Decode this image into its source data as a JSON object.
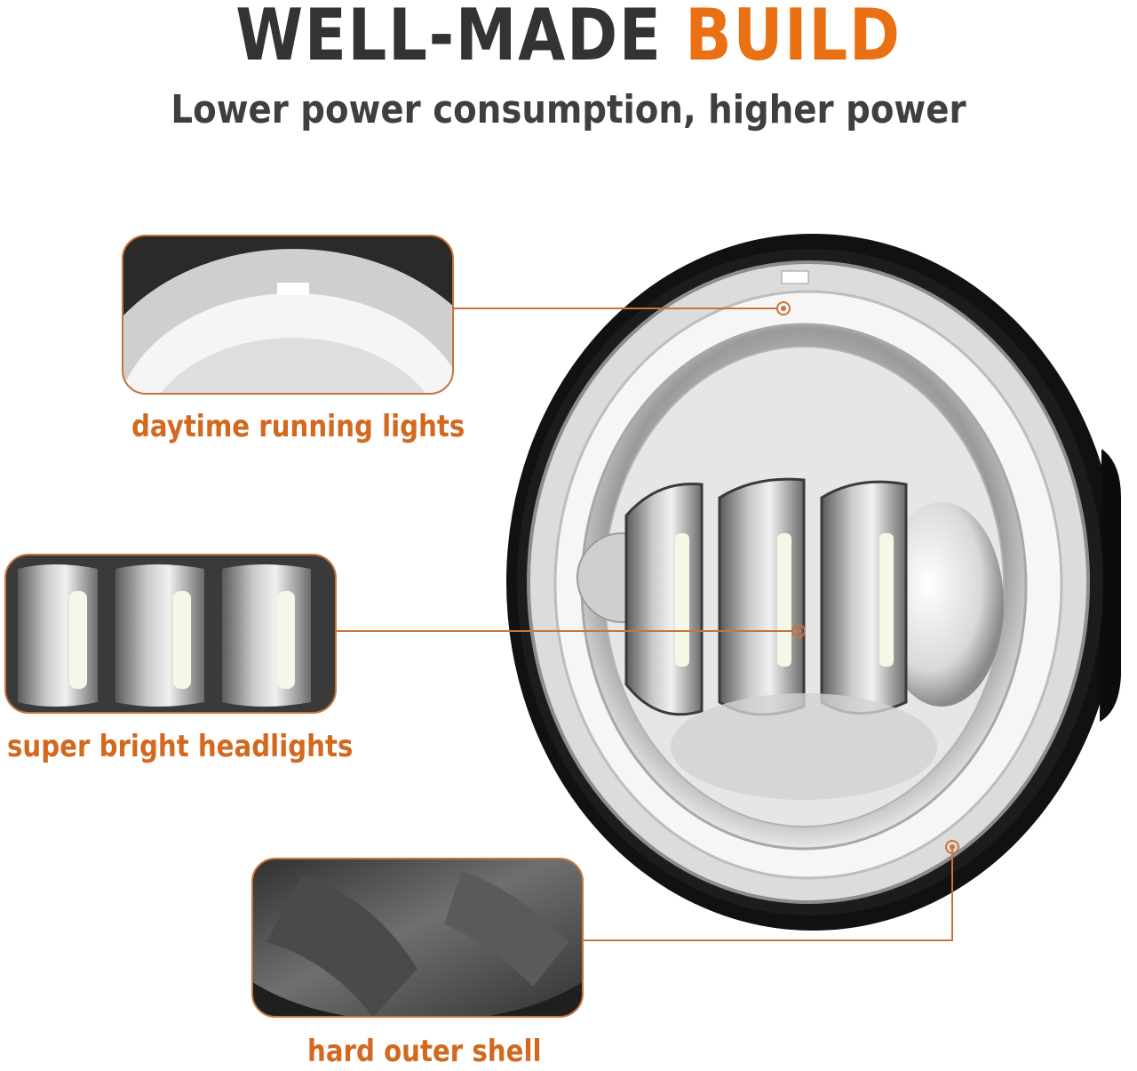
{
  "header": {
    "title_main": "WELL-MADE",
    "title_accent": "BUILD",
    "subtitle": "Lower power consumption, higher power"
  },
  "callouts": {
    "drl": "daytime running lights",
    "headlights": "super bright headlights",
    "shell": "hard outer shell"
  },
  "colors": {
    "accent": "#e97114",
    "label": "#d2691e",
    "title": "#333333",
    "leader_line": "#c8743a"
  }
}
